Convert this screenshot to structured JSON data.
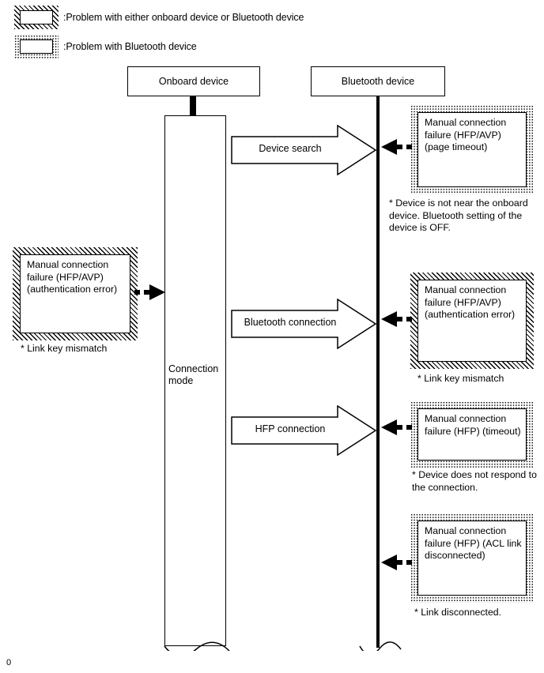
{
  "legend": {
    "items": [
      {
        "swatch": "hatched",
        "label": ":Problem with either onboard device or Bluetooth device"
      },
      {
        "swatch": "dotted",
        "label": ":Problem with Bluetooth device"
      }
    ]
  },
  "columns": {
    "onboard": {
      "title": "Onboard device",
      "activation_label": "Connection\nmode"
    },
    "bluetooth": {
      "title": "Bluetooth device"
    }
  },
  "messages": [
    {
      "label": "Device search"
    },
    {
      "label": "Bluetooth connection"
    },
    {
      "label": "HFP connection"
    }
  ],
  "left_problem": {
    "style": "hatched",
    "text": "Manual connection failure (HFP/AVP) (authentication error)",
    "note": "* Link key mismatch"
  },
  "right_problems": [
    {
      "style": "dotted",
      "text": "Manual connection failure (HFP/AVP) (page timeout)",
      "note": "* Device is not near the onboard device. Bluetooth setting of the device is OFF."
    },
    {
      "style": "hatched",
      "text": "Manual connection failure (HFP/AVP) (authentication error)",
      "note": "* Link key mismatch"
    },
    {
      "style": "dotted",
      "text": "Manual connection failure (HFP) (timeout)",
      "note": "* Device does not respond to the connection."
    },
    {
      "style": "dotted",
      "text": "Manual connection failure (HFP) (ACL link disconnected)",
      "note": "* Link disconnected."
    }
  ],
  "page_mark": "0",
  "colors": {
    "line": "#000000",
    "background": "#ffffff"
  }
}
